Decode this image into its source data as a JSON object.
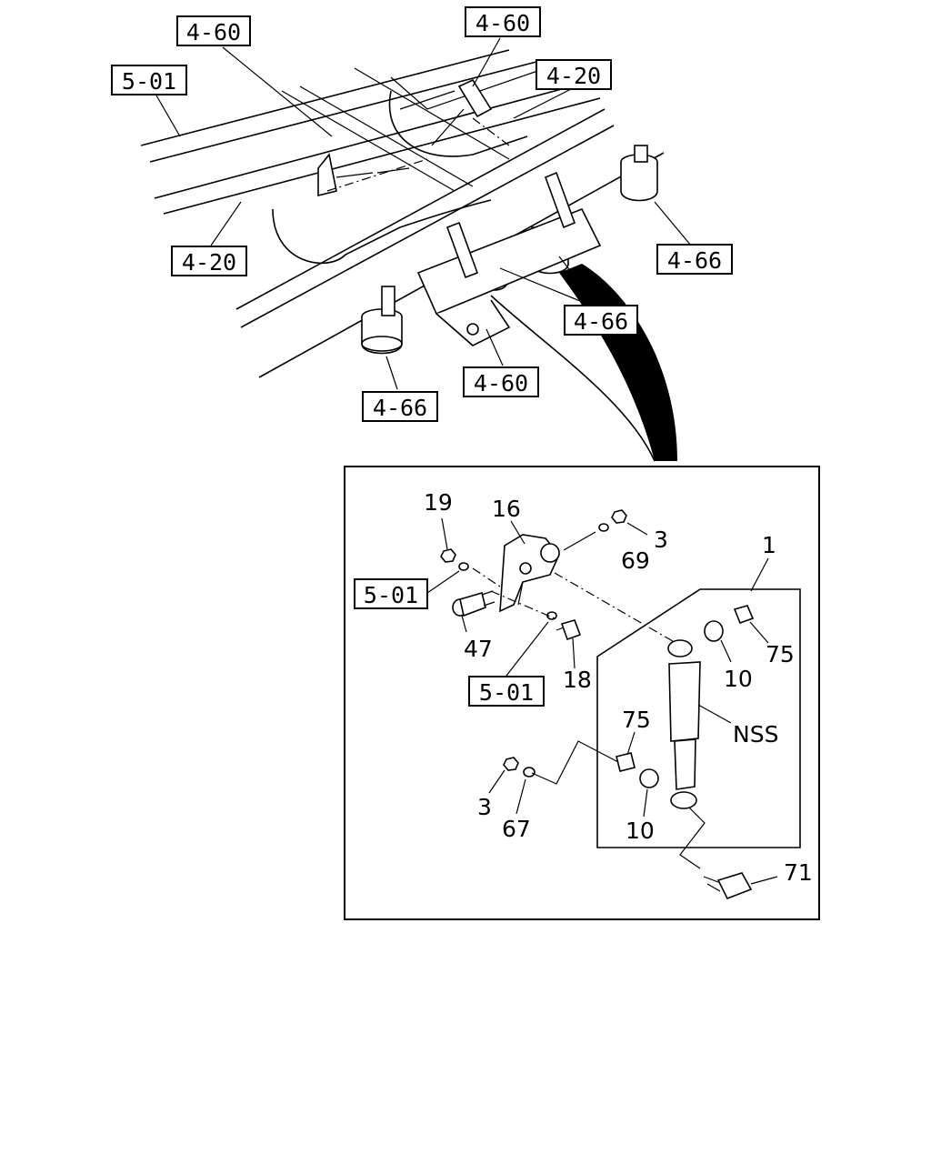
{
  "overview": {
    "callouts": [
      "4-60",
      "4-60",
      "5-01",
      "4-20",
      "4-20",
      "4-66",
      "4-66",
      "4-60",
      "4-66"
    ]
  },
  "detail": {
    "refs": [
      "5-01",
      "5-01"
    ],
    "parts": [
      "19",
      "16",
      "3",
      "69",
      "1",
      "47",
      "18",
      "75",
      "10",
      "NSS",
      "75",
      "3",
      "67",
      "10",
      "71"
    ]
  },
  "colors": {
    "ink": "#000000",
    "paper": "#ffffff"
  }
}
